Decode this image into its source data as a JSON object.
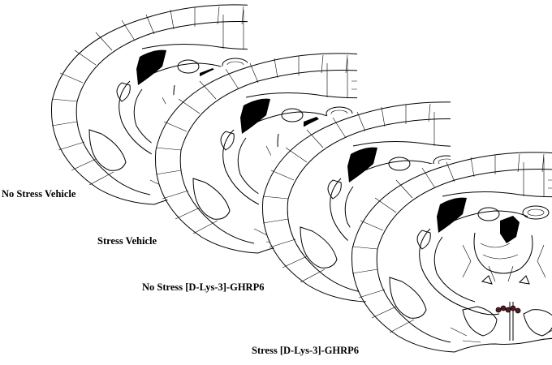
{
  "groups": [
    {
      "label": "No Stress Vehicle"
    },
    {
      "label": "Stress Vehicle"
    },
    {
      "label": "No Stress [D-Lys-3]-GHRP6"
    },
    {
      "label": "Stress [D-Lys-3]-GHRP6"
    }
  ],
  "colors": {
    "line": "#000000",
    "lesion": "#000000",
    "injection_site_fill": "#5a1a22",
    "background": "#ffffff"
  }
}
